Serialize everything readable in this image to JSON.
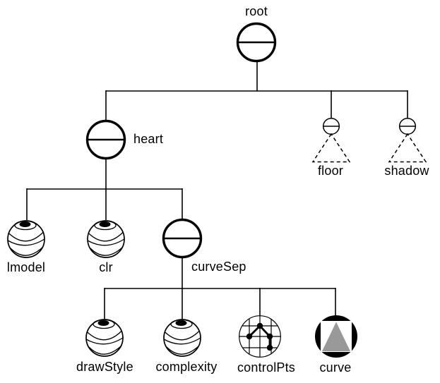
{
  "diagram_type": "scene-graph-tree",
  "colors": {
    "background": "#ffffff",
    "ink": "#000000",
    "shape_fill": "#999999"
  },
  "nodes": {
    "root": {
      "label": "root",
      "type": "separator-group",
      "icon": "separator-icon"
    },
    "heart": {
      "label": "heart",
      "type": "separator-group",
      "icon": "separator-icon"
    },
    "floor": {
      "label": "floor",
      "type": "collapsed-subgraph",
      "icon": "small-separator-dashed-triangle-icon"
    },
    "shadow": {
      "label": "shadow",
      "type": "collapsed-subgraph",
      "icon": "small-separator-dashed-triangle-icon"
    },
    "lmodel": {
      "label": "lmodel",
      "type": "property-node",
      "icon": "property-sphere-icon"
    },
    "clr": {
      "label": "clr",
      "type": "property-node",
      "icon": "property-sphere-icon"
    },
    "curveSep": {
      "label": "curveSep",
      "type": "separator-group",
      "icon": "separator-icon"
    },
    "drawStyle": {
      "label": "drawStyle",
      "type": "property-node",
      "icon": "property-sphere-icon"
    },
    "complexity": {
      "label": "complexity",
      "type": "property-node",
      "icon": "property-sphere-icon"
    },
    "controlPts": {
      "label": "controlPts",
      "type": "coordinate-node",
      "icon": "control-points-grid-icon"
    },
    "curve": {
      "label": "curve",
      "type": "shape-node",
      "icon": "shape-triangle-icon"
    }
  },
  "edges": [
    {
      "from": "root",
      "to": "heart"
    },
    {
      "from": "root",
      "to": "floor"
    },
    {
      "from": "root",
      "to": "shadow"
    },
    {
      "from": "heart",
      "to": "lmodel"
    },
    {
      "from": "heart",
      "to": "clr"
    },
    {
      "from": "heart",
      "to": "curveSep"
    },
    {
      "from": "curveSep",
      "to": "drawStyle"
    },
    {
      "from": "curveSep",
      "to": "complexity"
    },
    {
      "from": "curveSep",
      "to": "controlPts"
    },
    {
      "from": "curveSep",
      "to": "curve"
    }
  ]
}
